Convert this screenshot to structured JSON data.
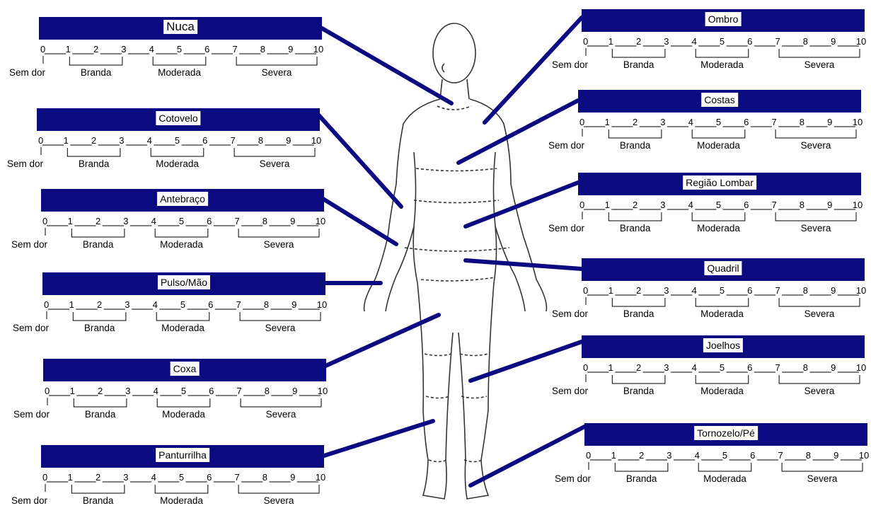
{
  "scale": {
    "numbers": [
      "0",
      "1",
      "2",
      "3",
      "4",
      "5",
      "6",
      "7",
      "8",
      "9",
      "10"
    ],
    "none_label": "Sem dor",
    "mild_label": "Branda",
    "moderate_label": "Moderada",
    "severe_label": "Severa"
  },
  "regions_left": [
    {
      "name": "Nuca"
    },
    {
      "name": "Cotovelo"
    },
    {
      "name": "Antebraço"
    },
    {
      "name": "Pulso/Mão"
    },
    {
      "name": "Coxa"
    },
    {
      "name": "Panturrilha"
    }
  ],
  "regions_right": [
    {
      "name": "Ombro"
    },
    {
      "name": "Costas"
    },
    {
      "name": "Região Lombar"
    },
    {
      "name": "Quadril"
    },
    {
      "name": "Joelhos"
    },
    {
      "name": "Tornozelo/Pé"
    }
  ],
  "colors": {
    "header": "#0b0a80",
    "connector": "#0b0a80",
    "text": "#000000"
  }
}
